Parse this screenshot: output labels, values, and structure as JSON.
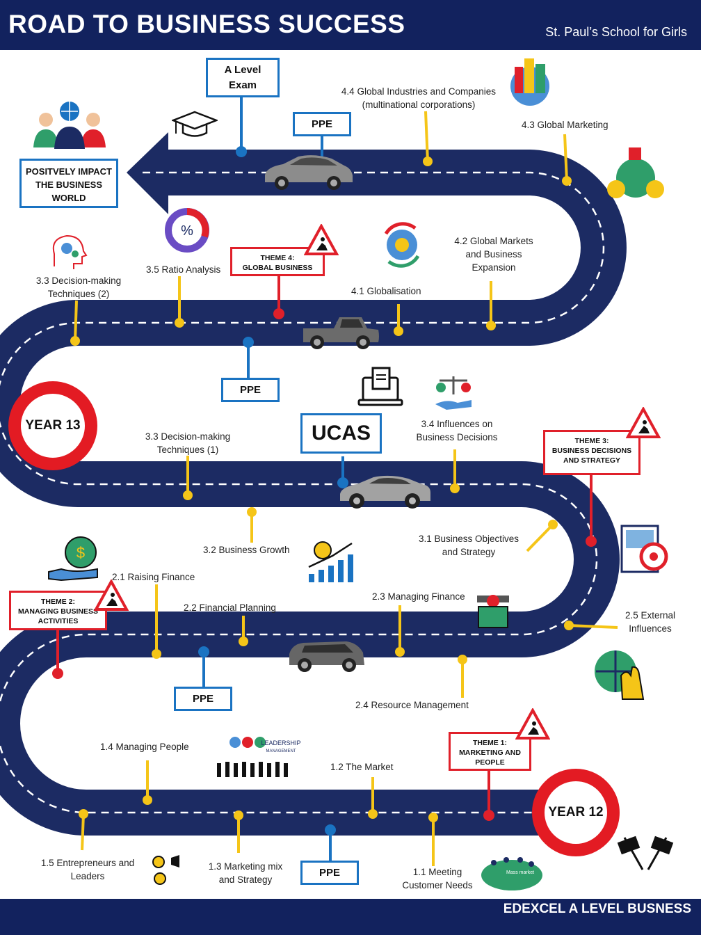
{
  "header": {
    "title": "ROAD TO BUSINESS SUCCESS",
    "school": "St. Paul’s School for Girls"
  },
  "footer": {
    "text": "EDEXCEL A LEVEL BUSNESS"
  },
  "destination": "POSITVELY IMPACT THE BUSINESS WORLD",
  "milestones": {
    "a_level_exam": "A Level Exam",
    "ucas": "UCAS",
    "ppe": "PPE",
    "year_13": "YEAR 13",
    "year_12": "YEAR 12"
  },
  "themes": {
    "theme1": {
      "title": "THEME 1:",
      "name": "MARKETING AND PEOPLE"
    },
    "theme2": {
      "title": "THEME 2:",
      "name": "MANAGING BUSINESS ACTIVITIES"
    },
    "theme3": {
      "title": "THEME 3:",
      "name": "BUSINESS DECISIONS AND STRATEGY"
    },
    "theme4": {
      "title": "THEME 4:",
      "name": "GLOBAL BUSINESS"
    }
  },
  "topics": {
    "t1_1": "1.1 Meeting Customer Needs",
    "t1_2": "1.2 The Market",
    "t1_3": "1.3 Marketing mix and Strategy",
    "t1_4": "1.4 Managing People",
    "t1_5": "1.5 Entrepreneurs and Leaders",
    "t2_1": "2.1 Raising Finance",
    "t2_2": "2.2 Financial Planning",
    "t2_3": "2.3 Managing Finance",
    "t2_4": "2.4 Resource Management",
    "t2_5": "2.5 External Influences",
    "t3_1": "3.1 Business Objectives and Strategy",
    "t3_2": "3.2 Business Growth",
    "t3_3a": "3.3 Decision-making Techniques (1)",
    "t3_3b": "3.3 Decision-making Techniques (2)",
    "t3_4": "3.4 Influences on Business Decisions",
    "t3_5": "3.5 Ratio Analysis",
    "t4_1": "4.1 Globalisation",
    "t4_2": "4.2 Global Markets and Business Expansion",
    "t4_3": "4.3 Global Marketing",
    "t4_4": "4.4 Global Industries and Companies (multinational corporations)"
  },
  "icon_text": {
    "leadership": "LEADERSHIP",
    "management": "MANAGEMENT",
    "percent": "%",
    "mass_market": "Mass market"
  },
  "colors": {
    "navy": "#12225e",
    "road": "#1c2b63",
    "yellow": "#f5c518",
    "red": "#e0202a",
    "blue": "#1a73c2"
  },
  "icons": [
    "graduation-cap",
    "people",
    "buildings",
    "globe-marketing",
    "ratio-chart",
    "brain-gears",
    "globalisation",
    "certificate-laptop",
    "scales-hand",
    "target-board",
    "money-bag-hand",
    "growth-chart",
    "cash-register",
    "globe-hand",
    "leadership-crowd",
    "checkered-flags",
    "market-people",
    "entrepreneur"
  ]
}
